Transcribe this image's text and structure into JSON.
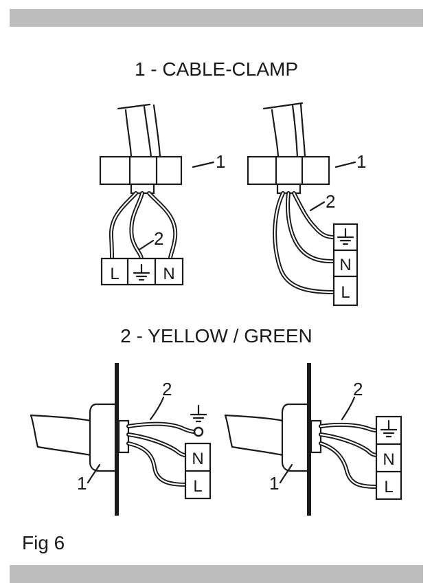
{
  "captions": {
    "cable_clamp": "1 - CABLE-CLAMP",
    "yellow_green": "2 - YELLOW / GREEN",
    "figure": "Fig 6"
  },
  "callouts": {
    "one": "1",
    "two": "2"
  },
  "terminals": {
    "live": "L",
    "neutral": "N",
    "earth_symbol": "earth-ground-icon"
  }
}
